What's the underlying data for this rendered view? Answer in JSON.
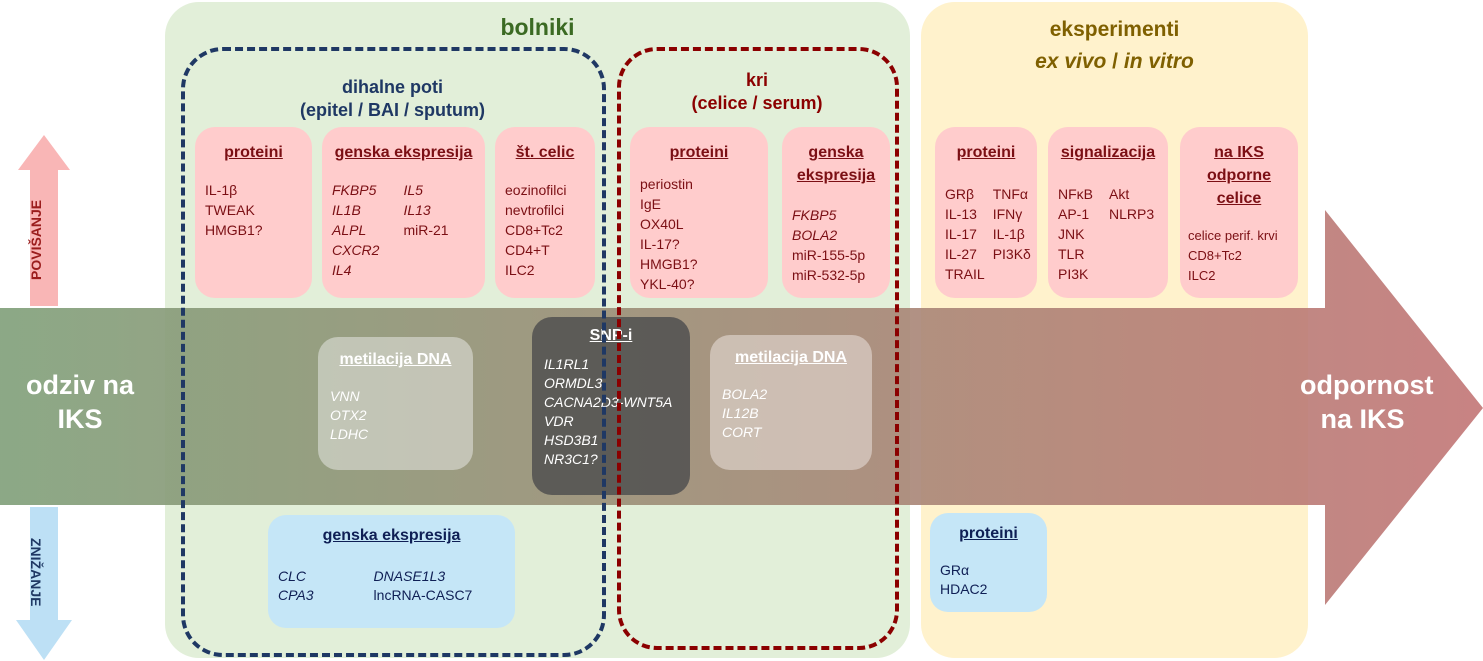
{
  "colors": {
    "arrow_start": "#8aa583",
    "arrow_end": "#c27f7f",
    "patients_bg": "#e2efd9",
    "experiments_bg": "#fff2cc",
    "pink_box": "#ffcccc",
    "blue_box": "#c5e6f7"
  },
  "left_label": "odziv na IKS",
  "right_label": "odpornost na IKS",
  "up_label": "POVIŠANJE",
  "down_label": "ZNIŽANJE",
  "patients": {
    "title": "bolniki",
    "airways": {
      "title_1": "dihalne poti",
      "title_2": "(epitel / BAI / sputum)",
      "proteins": {
        "title": "proteini",
        "items": [
          "IL-1β",
          "TWEAK",
          "HMGB1?"
        ]
      },
      "gene_expression": {
        "title": "genska ekspresija",
        "col1": [
          "FKBP5",
          "IL1B",
          "ALPL",
          "CXCR2",
          "IL4"
        ],
        "col2": [
          "IL5",
          "IL13",
          "miR-21"
        ]
      },
      "cell_counts": {
        "title": "št. celic",
        "items": [
          "eozinofilci",
          "nevtrofilci",
          "CD8+Tc2",
          "CD4+T",
          "ILC2"
        ]
      },
      "methylation": {
        "title": "metilacija DNA",
        "items": [
          "VNN",
          "OTX2",
          "LDHC"
        ]
      },
      "down_gene_expression": {
        "title": "genska ekspresija",
        "col1": [
          "CLC",
          "CPA3"
        ],
        "col2": [
          "DNASE1L3",
          "lncRNA-CASC7"
        ]
      }
    },
    "snp": {
      "title": "SNP-i",
      "items": [
        "IL1RL1",
        "ORMDL3",
        "CACNA2D3-WNT5A",
        "VDR",
        "HSD3B1",
        "NR3C1?"
      ]
    },
    "blood": {
      "title_1": "kri",
      "title_2": "(celice / serum)",
      "proteins": {
        "title": "proteini",
        "items": [
          "periostin",
          "IgE",
          "OX40L",
          "IL-17?",
          "HMGB1?",
          "YKL-40?"
        ]
      },
      "gene_expression": {
        "title_1": "genska",
        "title_2": "ekspresija",
        "italic": [
          "FKBP5",
          "BOLA2"
        ],
        "items": [
          "miR-155-5p",
          "miR-532-5p"
        ]
      },
      "methylation": {
        "title": "metilacija DNA",
        "items": [
          "BOLA2",
          "IL12B",
          "CORT"
        ]
      }
    }
  },
  "experiments": {
    "title": "eksperimenti",
    "subtitle_1": "ex vivo",
    "subtitle_sep": " / ",
    "subtitle_2": "in vitro",
    "proteins": {
      "title": "proteini",
      "col1": [
        "GRβ",
        "IL-13",
        "IL-17",
        "IL-27",
        "TRAIL"
      ],
      "col2": [
        "TNFα",
        "IFNγ",
        "IL-1β",
        "PI3Kδ"
      ]
    },
    "signaling": {
      "title": "signalizacija",
      "col1": [
        "NFκB",
        "AP-1",
        "JNK",
        "TLR",
        "PI3K"
      ],
      "col2": [
        "Akt",
        "NLRP3"
      ]
    },
    "resistant_cells": {
      "title_1": "na IKS",
      "title_2": "odporne",
      "title_3": "celice",
      "items": [
        "celice perif. krvi",
        "CD8+Tc2",
        "ILC2"
      ]
    },
    "down_proteins": {
      "title": "proteini",
      "items": [
        "GRα",
        "HDAC2"
      ]
    }
  }
}
